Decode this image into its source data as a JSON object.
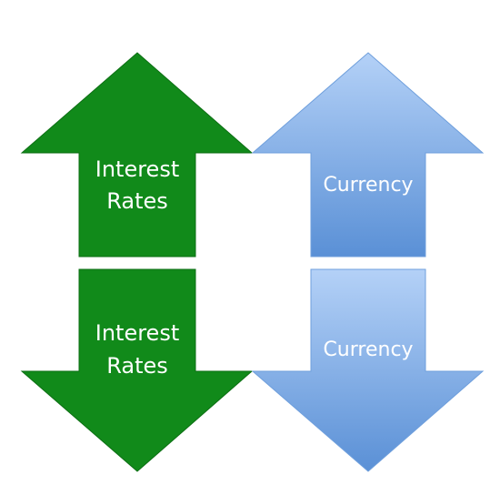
{
  "arrows": {
    "interest_up": {
      "label_line1": "Interest",
      "label_line2": "Rates",
      "direction": "up",
      "color": "#118a1a"
    },
    "currency_up": {
      "label": "Currency",
      "direction": "up",
      "color_top": "#a9c9f5",
      "color_bottom": "#5c93d8"
    },
    "interest_down": {
      "label_line1": "Interest",
      "label_line2": "Rates",
      "direction": "down",
      "color": "#118a1a"
    },
    "currency_down": {
      "label": "Currency",
      "direction": "down",
      "color_top": "#a9c9f5",
      "color_bottom": "#5c93d8"
    }
  }
}
